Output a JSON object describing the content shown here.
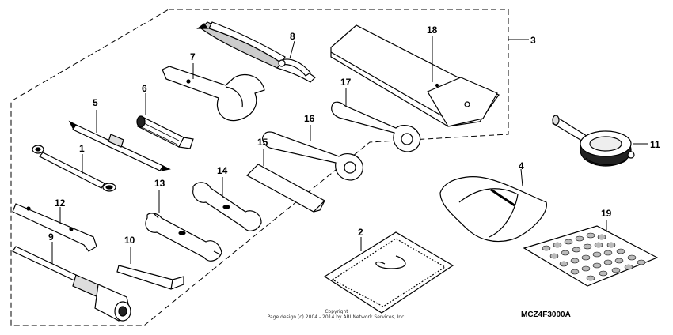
{
  "callouts": {
    "c1": "1",
    "c2": "2",
    "c3": "3",
    "c4": "4",
    "c5": "5",
    "c6": "6",
    "c7": "7",
    "c8": "8",
    "c9": "9",
    "c10": "10",
    "c11": "11",
    "c12": "12",
    "c13": "13",
    "c14": "14",
    "c15": "15",
    "c16": "16",
    "c17": "17",
    "c18": "18",
    "c19": "19"
  },
  "copyright": {
    "line1": "Copyright",
    "line2": "Page design (c) 2004 - 2014 by ARI Network Services, Inc."
  },
  "diagram_code": "MCZ4F3000A"
}
